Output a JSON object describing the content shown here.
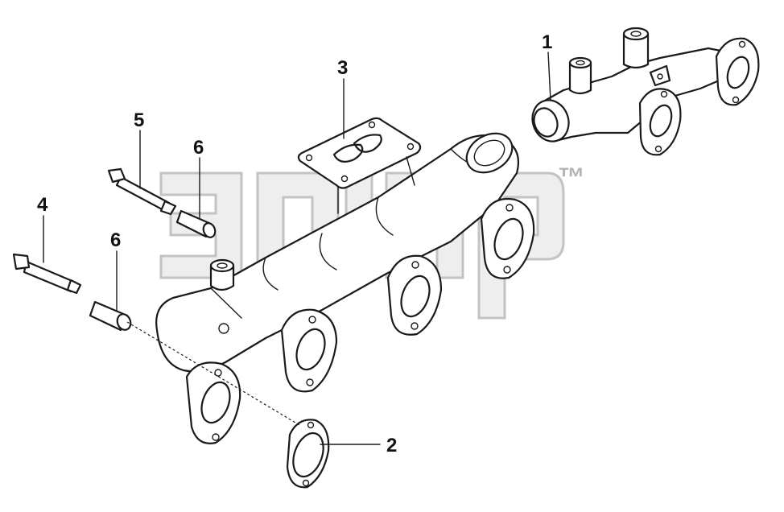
{
  "callouts": [
    {
      "id": "1",
      "label": "1"
    },
    {
      "id": "2",
      "label": "2"
    },
    {
      "id": "3",
      "label": "3"
    },
    {
      "id": "4",
      "label": "4"
    },
    {
      "id": "5",
      "label": "5"
    },
    {
      "id": "6a",
      "label": "6"
    },
    {
      "id": "6b",
      "label": "6"
    }
  ],
  "watermark": {
    "mark": "™"
  },
  "colors": {
    "line": "#1a1a1a",
    "background": "#ffffff",
    "watermark": "#9c9c9c"
  }
}
